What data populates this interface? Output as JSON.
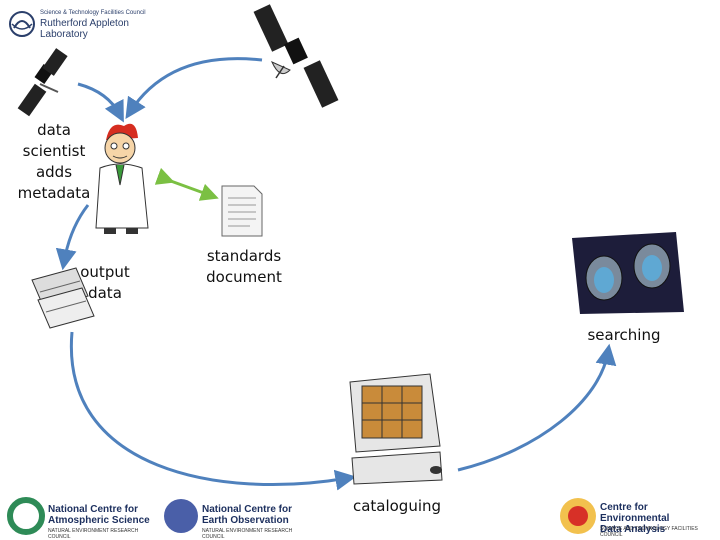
{
  "header": {
    "council_line": "Science & Technology Facilities Council",
    "lab_name": "Rutherford Appleton Laboratory"
  },
  "diagram": {
    "scientist_label": "data\nscientist\nadds\nmetadata",
    "output_label": "output\ndata",
    "standards_label": "standards\ndocument",
    "searching_label": "searching",
    "cataloguing_label": "cataloguing"
  },
  "footer": {
    "ncas_title": "National Centre for\nAtmospheric Science",
    "ncas_sub": "NATURAL ENVIRONMENT RESEARCH COUNCIL",
    "nceo_title": "National Centre for\nEarth Observation",
    "nceo_sub": "NATURAL ENVIRONMENT RESEARCH COUNCIL",
    "ceda_title": "Centre for Environmental\nData Analysis",
    "ceda_sub": "SCIENCE AND TECHNOLOGY FACILITIES COUNCIL"
  },
  "colors": {
    "arrow": "#4f81bd",
    "double_arrow": "#7bc043",
    "ncas_green": "#2e8b57",
    "ceda_red": "#d73027"
  }
}
